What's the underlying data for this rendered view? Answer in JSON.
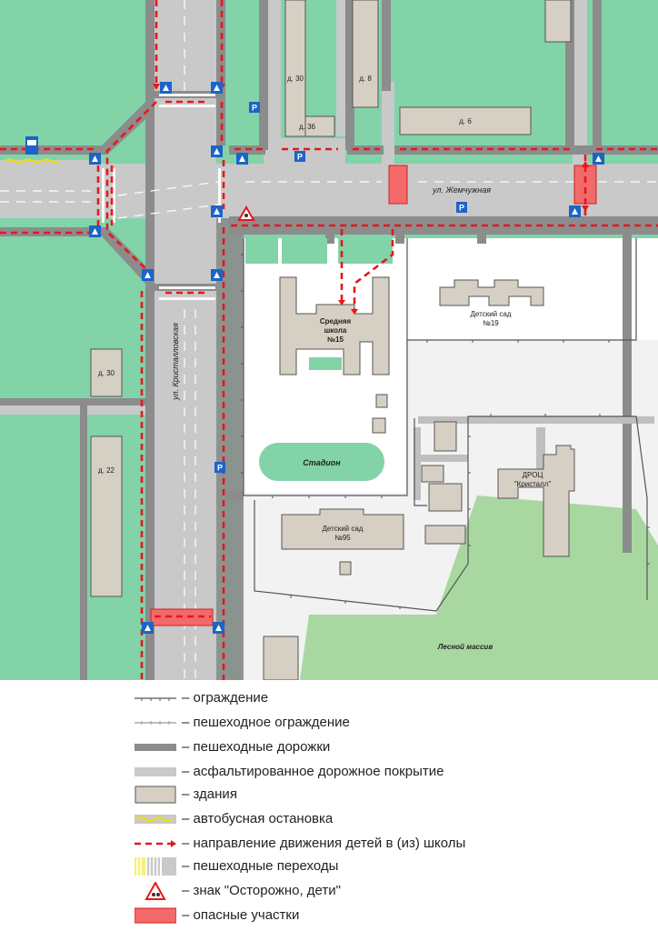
{
  "streets": {
    "zhemchuzhnaya": "ул. Жемчужная",
    "kristallovskaya": "ул. Кристалловская"
  },
  "buildings": {
    "d30_top": "д. 30",
    "d8": "д. 8",
    "d36": "д. 36",
    "d6": "д. 6",
    "d30_left": "д. 30",
    "d22": "д. 22"
  },
  "facilities": {
    "school_line1": "Средняя",
    "school_line2": "школа",
    "school_line3": "№15",
    "kg19_line1": "Детский сад",
    "kg19_line2": "№19",
    "stadium": "Стадион",
    "kg95_line1": "Детский сад",
    "kg95_line2": "№95",
    "droc_line1": "ДРОЦ",
    "droc_line2": "\"Кристалл\"",
    "forest": "Лесной массив"
  },
  "parking_letter": "P",
  "legend": [
    {
      "key": "fence",
      "label": "– ограждение"
    },
    {
      "key": "ped_fence",
      "label": "– пешеходное ограждение"
    },
    {
      "key": "footpath",
      "label": "– пешеходные дорожки"
    },
    {
      "key": "asphalt",
      "label": "– асфальтированное дорожное покрытие"
    },
    {
      "key": "buildings",
      "label": "– здания"
    },
    {
      "key": "bus_stop",
      "label": "– автобусная остановка"
    },
    {
      "key": "route",
      "label": "– направление движения детей в (из) школы"
    },
    {
      "key": "crossings",
      "label": "– пешеходные переходы"
    },
    {
      "key": "sign",
      "label": "– знак \"Осторожно, дети\""
    },
    {
      "key": "danger",
      "label": "– опасные участки"
    }
  ],
  "colors": {
    "grass": "#82d3a8",
    "road": "#c9c9c9",
    "footpath": "#8c8c8c",
    "building": "#d6cfc4",
    "route": "#e8161b",
    "danger": "#f26a6a",
    "sign_blue": "#1c64c8",
    "forest": "#a8d8a0"
  }
}
